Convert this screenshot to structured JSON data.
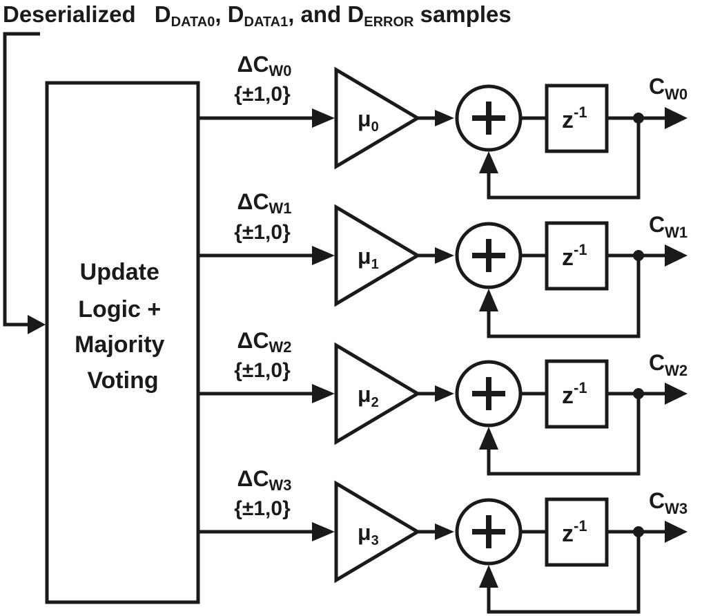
{
  "title": {
    "prefix": "Deserialized",
    "d": "D",
    "sub_data0": "DATA0",
    "sep1": ",",
    "sub_data1": "DATA1",
    "sep2": ", and",
    "sub_error": "ERROR",
    "suffix": "samples"
  },
  "update_block": {
    "lines": [
      "Update",
      "Logic +",
      "Majority",
      "Voting"
    ]
  },
  "delay_label": {
    "base": "z",
    "exp": "-1"
  },
  "rows": [
    {
      "delta_prefix": "ΔC",
      "delta_sub": "W0",
      "delta_set": "{±1,0}",
      "mu": "μ",
      "mu_sub": "0",
      "out_base": "C",
      "out_sub": "W0"
    },
    {
      "delta_prefix": "ΔC",
      "delta_sub": "W1",
      "delta_set": "{±1,0}",
      "mu": "μ",
      "mu_sub": "1",
      "out_base": "C",
      "out_sub": "W1"
    },
    {
      "delta_prefix": "ΔC",
      "delta_sub": "W2",
      "delta_set": "{±1,0}",
      "mu": "μ",
      "mu_sub": "2",
      "out_base": "C",
      "out_sub": "W2"
    },
    {
      "delta_prefix": "ΔC",
      "delta_sub": "W3",
      "delta_set": "{±1,0}",
      "mu": "μ",
      "mu_sub": "3",
      "out_base": "C",
      "out_sub": "W3"
    }
  ]
}
